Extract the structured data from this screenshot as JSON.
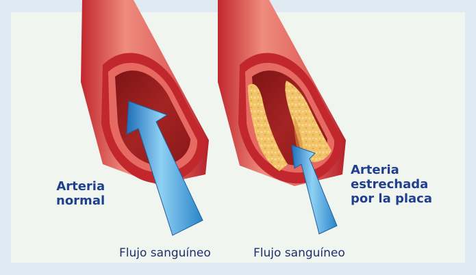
{
  "labels": {
    "normal": [
      "Arteria",
      "normal"
    ],
    "narrowed": [
      "Arteria",
      "estrechada",
      "por la placa"
    ],
    "flow_left": "Flujo sanguíneo",
    "flow_right": "Flujo sanguíneo"
  },
  "colors": {
    "background_border": "#dfeaf2",
    "panel": "#f1f5f0",
    "artery_outer": "#e0635f",
    "artery_wall": "#c1272d",
    "artery_lumen": "#9a1c1c",
    "plaque": "#f2c469",
    "arrow": "#4aa3df",
    "label_text": "#1f3f8f"
  }
}
